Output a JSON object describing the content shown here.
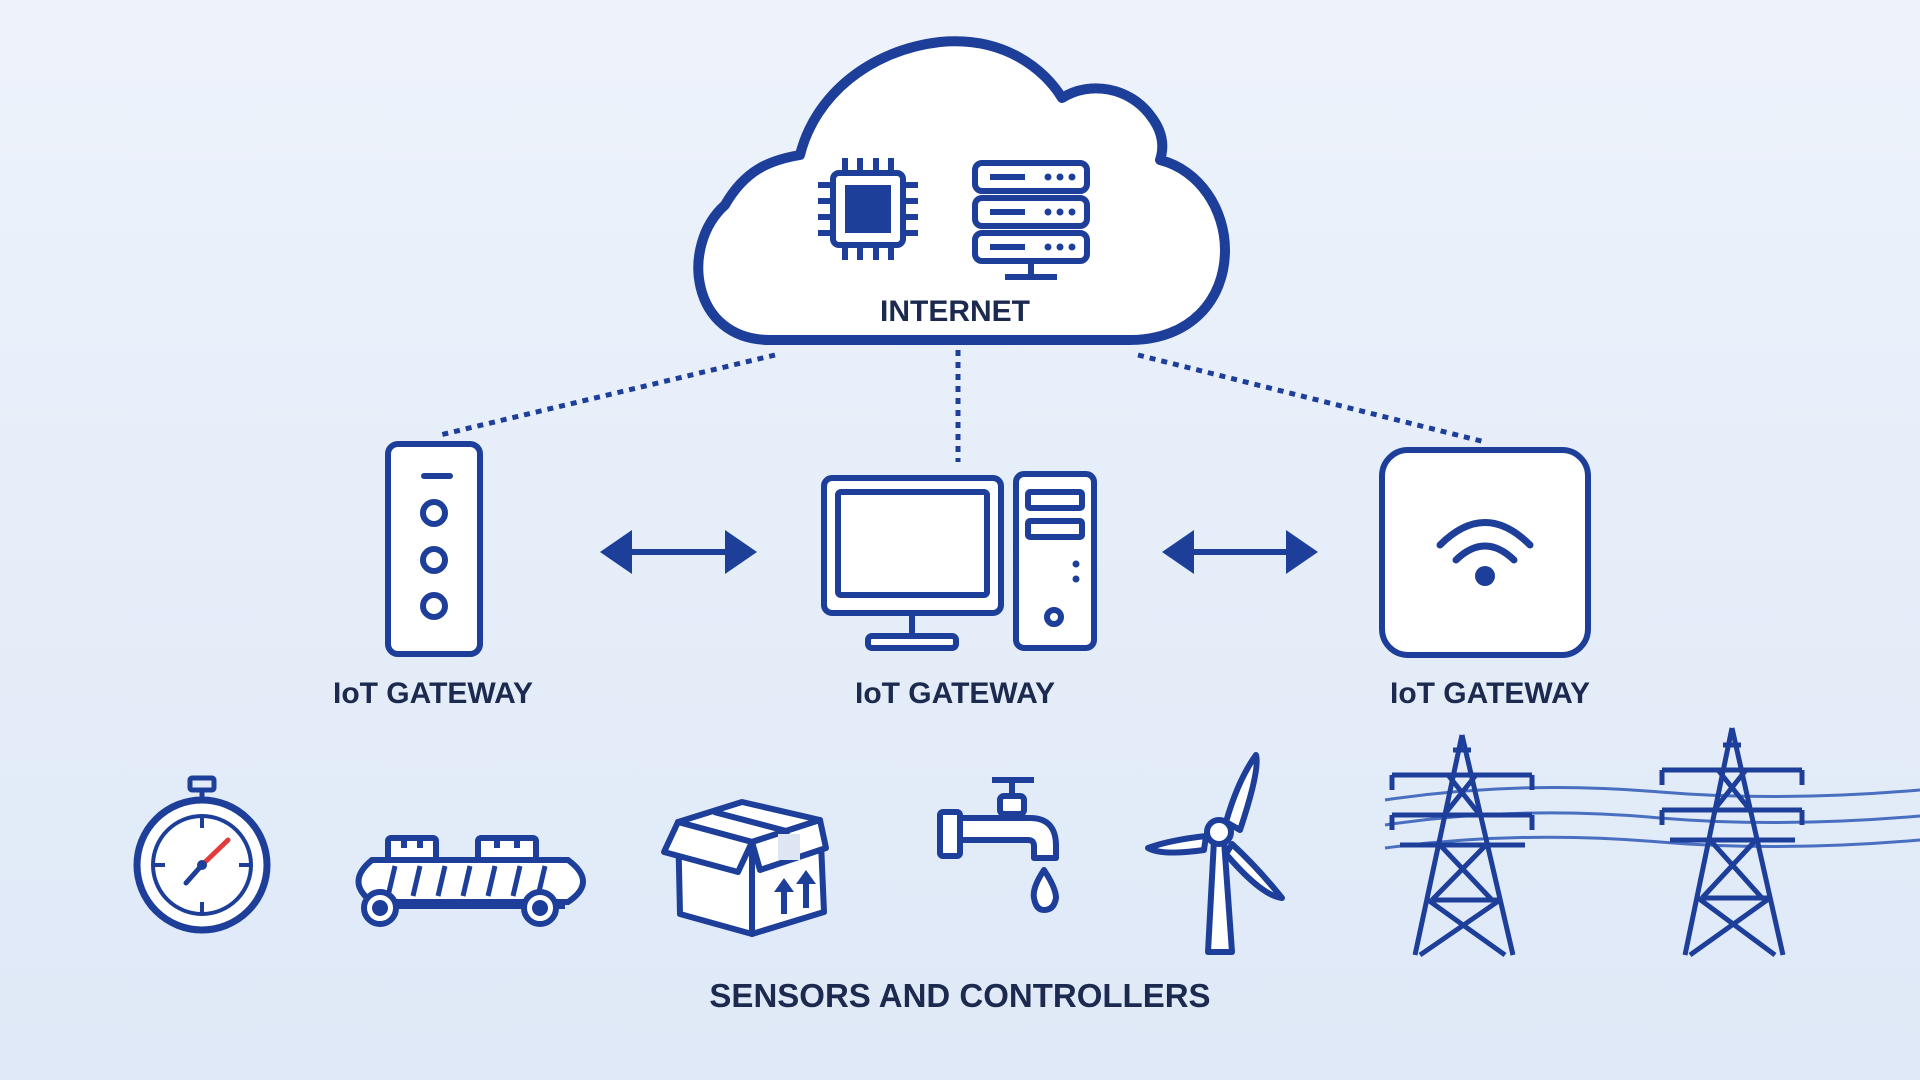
{
  "diagram": {
    "cloud": {
      "label": "INTERNET"
    },
    "gateways": [
      {
        "label": "IoT GATEWAY"
      },
      {
        "label": "IoT GATEWAY"
      },
      {
        "label": "IoT GATEWAY"
      }
    ],
    "sensors": {
      "label": "SENSORS AND CONTROLLERS"
    }
  },
  "colors": {
    "stroke": "#1d3f9a",
    "accent": "#e23b3b",
    "text": "#1b2a4e",
    "fill": "#ffffff"
  }
}
